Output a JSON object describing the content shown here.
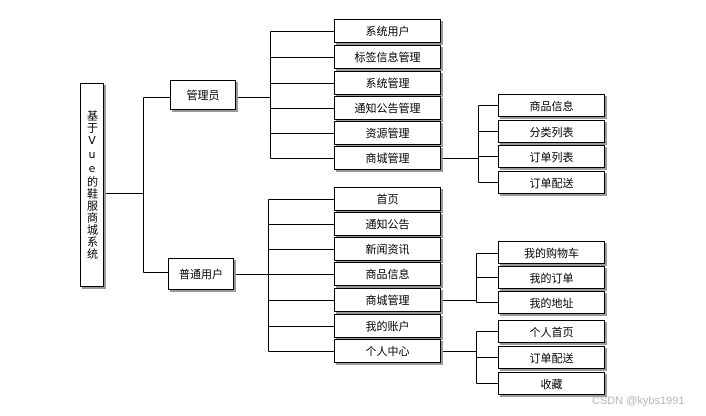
{
  "root": {
    "label": "基于Vue的鞋服商城系统"
  },
  "groups": [
    {
      "label": "管理员",
      "items": [
        "系统用户",
        "标签信息管理",
        "系统管理",
        "通知公告管理",
        "资源管理",
        "商城管理"
      ],
      "expand_index": 5,
      "subitems": [
        "商品信息",
        "分类列表",
        "订单列表",
        "订单配送"
      ]
    },
    {
      "label": "普通用户",
      "items": [
        "首页",
        "通知公告",
        "新闻资讯",
        "商品信息",
        "商城管理",
        "我的账户",
        "个人中心"
      ],
      "expands": [
        {
          "index": 4,
          "subitems": [
            "我的购物车",
            "我的订单",
            "我的地址"
          ]
        },
        {
          "index": 6,
          "subitems": [
            "个人首页",
            "订单配送",
            "收藏"
          ]
        }
      ]
    }
  ],
  "watermark": "CSDN @kybs1991"
}
